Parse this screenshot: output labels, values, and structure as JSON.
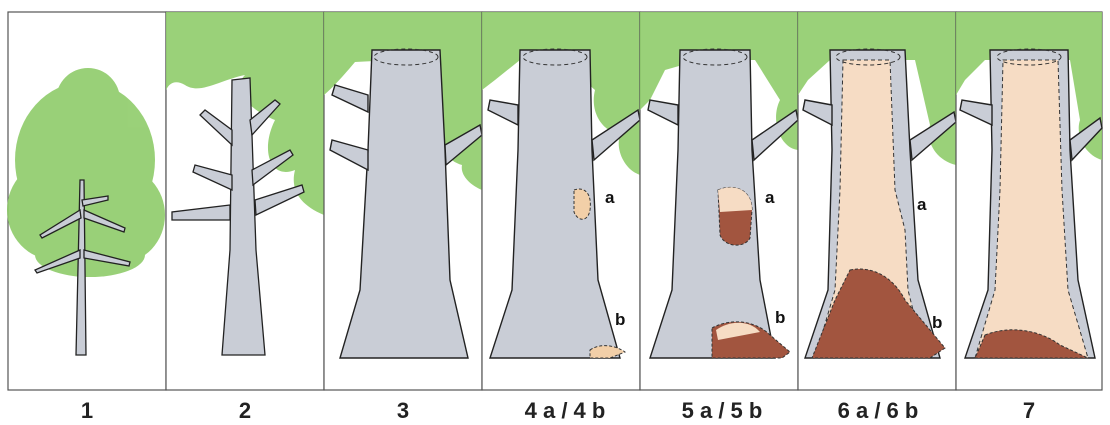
{
  "stages": [
    {
      "label": "1"
    },
    {
      "label": "2"
    },
    {
      "label": "3"
    },
    {
      "label": "4 a / 4 b"
    },
    {
      "label": "5 a / 5 b"
    },
    {
      "label": "6 a / 6 b"
    },
    {
      "label": "7"
    }
  ],
  "markers": {
    "upper": "a",
    "lower": "b"
  },
  "colors": {
    "foliage": "#8fcc6a",
    "foliage_dark": "#6fb84e",
    "bark": "#c9cdd6",
    "bark_line": "#333333",
    "heartwood_light": "#f6dcc4",
    "decay_brown": "#a2553f",
    "panel_border": "#555555"
  }
}
